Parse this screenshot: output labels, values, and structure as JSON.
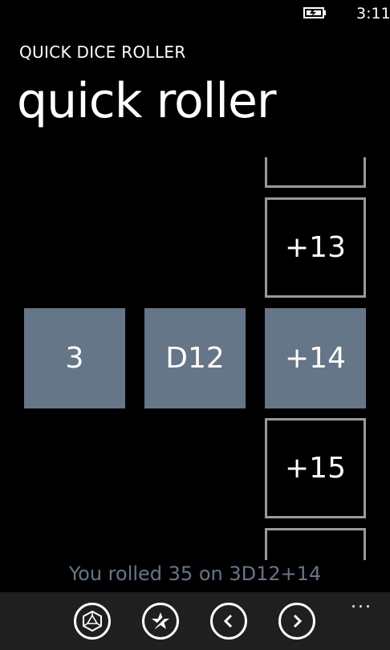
{
  "status": {
    "time": "3:11",
    "battery_icon": "battery-charging-icon"
  },
  "header": {
    "app_title": "QUICK DICE ROLLER",
    "page_title": "quick roller"
  },
  "dice": {
    "count": "3",
    "type": "D12",
    "modifiers": [
      "+13",
      "+14",
      "+15"
    ],
    "selected_modifier": "+14"
  },
  "result": "You rolled 35 on 3D12+14",
  "app_bar": {
    "buttons": [
      "d20-roll-icon",
      "star-icon",
      "chevron-left-icon",
      "chevron-right-icon"
    ],
    "more": "..."
  },
  "colors": {
    "accent": "#647687",
    "outline": "#9a9a9a",
    "app_bar": "#1f1f1f"
  }
}
